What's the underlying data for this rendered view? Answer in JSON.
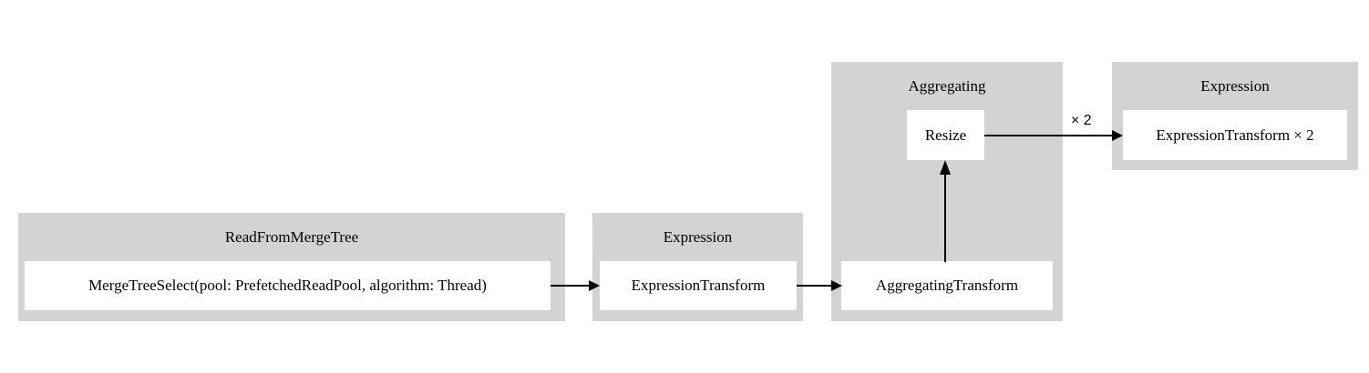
{
  "diagram": {
    "type": "pipeline-flow-graph",
    "background": "#ffffff",
    "cluster_color": "#d3d3d3",
    "node_color": "#ffffff",
    "edge_color": "#000000",
    "clusters": [
      {
        "id": "read-from-merge-tree",
        "title": "ReadFromMergeTree",
        "nodes": [
          {
            "id": "merge-tree-select",
            "label": "MergeTreeSelect(pool: PrefetchedReadPool, algorithm: Thread)"
          }
        ]
      },
      {
        "id": "expression-1",
        "title": "Expression",
        "nodes": [
          {
            "id": "expression-transform",
            "label": "ExpressionTransform"
          }
        ]
      },
      {
        "id": "aggregating",
        "title": "Aggregating",
        "nodes": [
          {
            "id": "resize",
            "label": "Resize"
          },
          {
            "id": "aggregating-transform",
            "label": "AggregatingTransform"
          }
        ]
      },
      {
        "id": "expression-2",
        "title": "Expression",
        "nodes": [
          {
            "id": "expression-transform-x2",
            "label": "ExpressionTransform × 2"
          }
        ]
      }
    ],
    "edges": [
      {
        "id": "edge-merge-to-expression",
        "from": "merge-tree-select",
        "to": "expression-transform",
        "label": ""
      },
      {
        "id": "edge-expression-to-aggregating",
        "from": "expression-transform",
        "to": "aggregating-transform",
        "label": ""
      },
      {
        "id": "edge-aggregating-to-resize",
        "from": "aggregating-transform",
        "to": "resize",
        "label": ""
      },
      {
        "id": "edge-resize-to-expression2",
        "from": "resize",
        "to": "expression-transform-x2",
        "label": "× 2"
      }
    ]
  }
}
